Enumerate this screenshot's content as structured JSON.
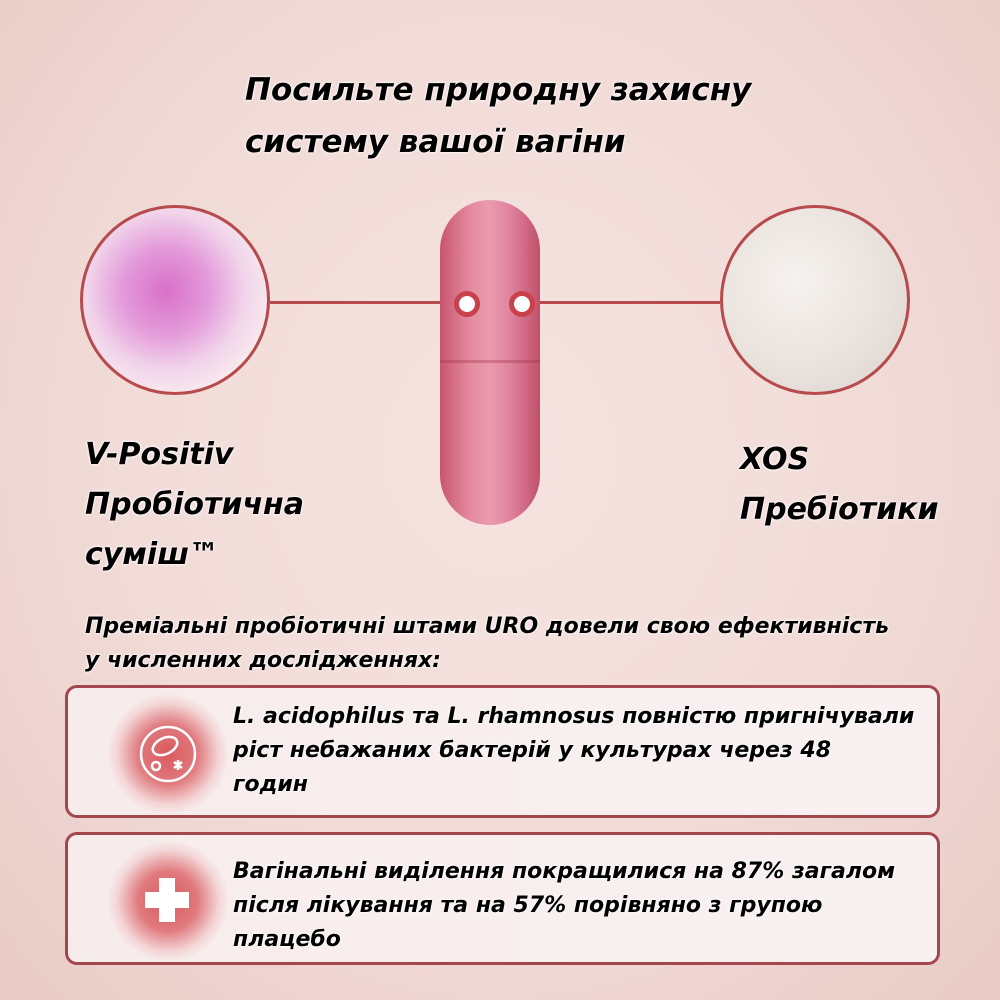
{
  "title": {
    "line1": "Посильте природну захисну",
    "line2": "систему вашої вагіни"
  },
  "left_ingredient": {
    "line1": "V-Positiv",
    "line2": "Пробіотична",
    "line3": "суміш™"
  },
  "right_ingredient": {
    "line1": "XOS",
    "line2": "Пребіотики"
  },
  "subheading": {
    "line1": "Преміальні пробіотичні штами URO довели свою ефективність",
    "line2": "у численних дослідженнях:"
  },
  "facts": [
    {
      "icon": "bacteria-icon",
      "lines": [
        "L. acidophilus та L. rhamnosus повністю пригнічували",
        "ріст небажаних бактерій у культурах через 48",
        "годин"
      ]
    },
    {
      "icon": "medical-cross-icon",
      "lines": [
        "Вагінальні виділення покращилися на 87% загалом",
        "після лікування та на 57% порівняно з групою",
        "плацебо"
      ]
    }
  ],
  "colors": {
    "accent": "#b64a4c",
    "box_border": "#a4464d"
  }
}
